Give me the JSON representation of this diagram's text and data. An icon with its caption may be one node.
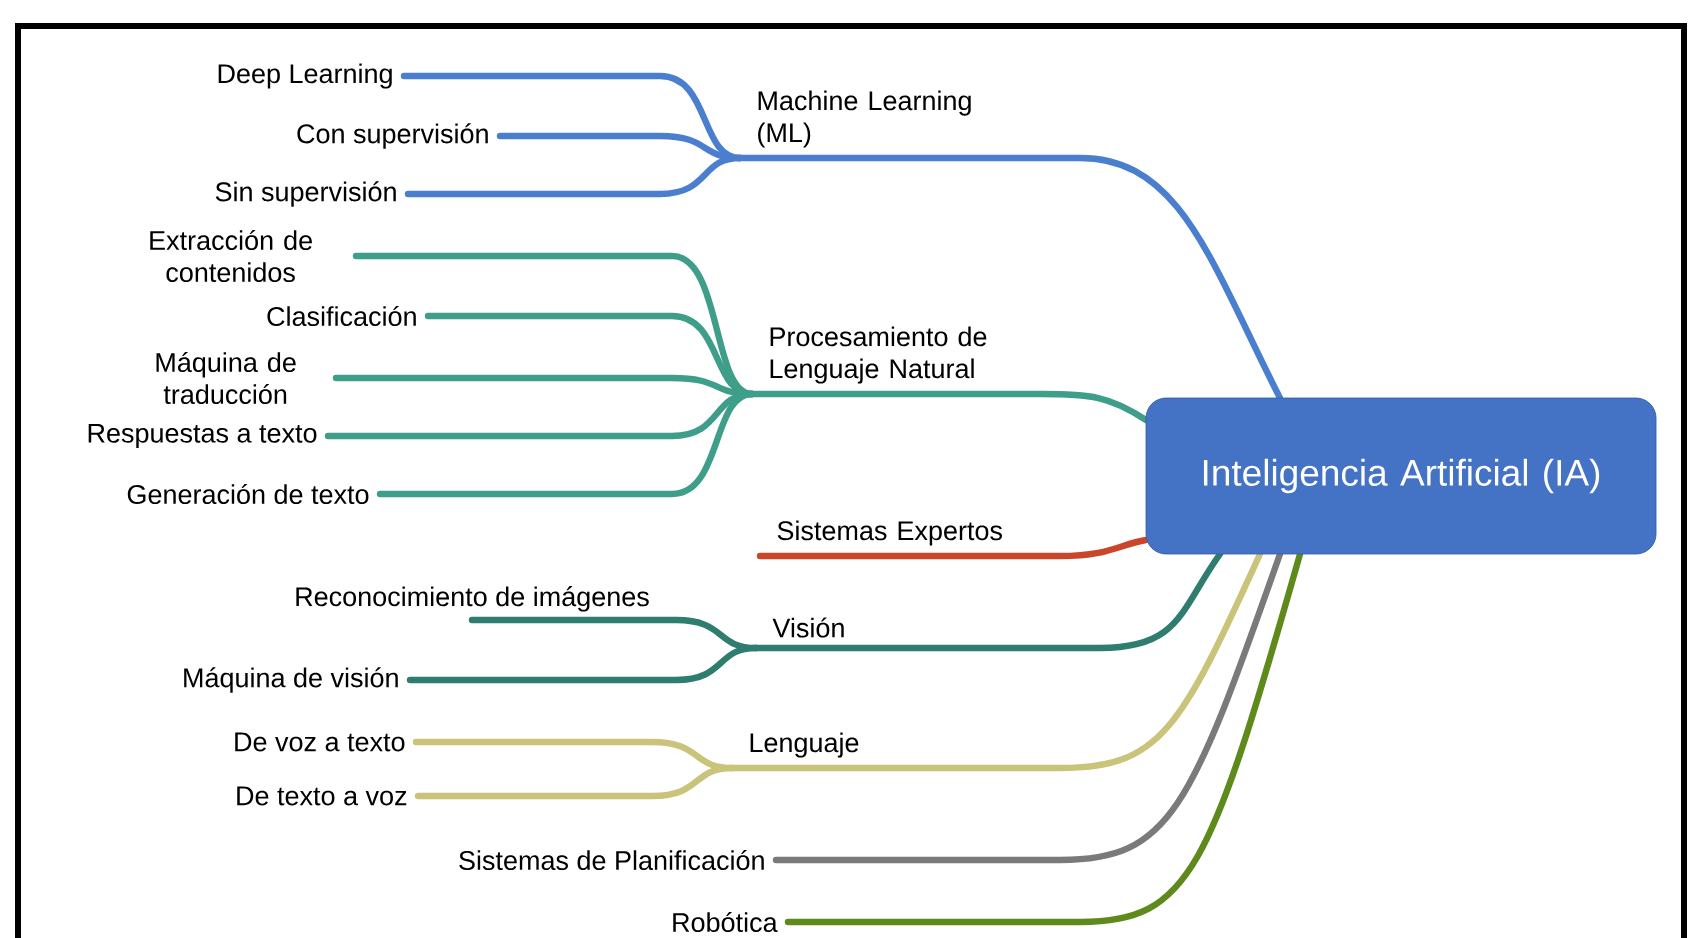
{
  "diagram": {
    "nodes": [
      {
        "text": [
          "Inteligencia Artificial (IA)"
        ]
      },
      {
        "text": [
          "Machine Learning (ML)"
        ]
      },
      {
        "text": [
          "Deep Learning"
        ]
      },
      {
        "text": [
          "Con supervisión"
        ]
      },
      {
        "text": [
          "Sin supervisión"
        ]
      },
      {
        "text": [
          "Procesamiento de Lenguaje Natural"
        ]
      },
      {
        "text": [
          "Extracción de contenidos"
        ]
      },
      {
        "text": [
          "Clasificación"
        ]
      },
      {
        "text": [
          "Máquina de traducción"
        ]
      },
      {
        "text": [
          "Respuestas a texto"
        ]
      },
      {
        "text": [
          "Generación de texto"
        ]
      },
      {
        "text": [
          "Sistemas Expertos"
        ]
      },
      {
        "text": [
          "Visión"
        ]
      },
      {
        "text": [
          "Reconocimiento de imágenes"
        ]
      },
      {
        "text": [
          "Máquina de visión"
        ]
      },
      {
        "text": [
          "Lenguaje"
        ]
      },
      {
        "text": [
          "De voz a texto"
        ]
      },
      {
        "text": [
          "De texto a voz"
        ]
      },
      {
        "text": [
          "Sistemas de Planificación"
        ]
      },
      {
        "text": [
          "Robótica"
        ]
      }
    ],
    "edges": [
      {
        "from": 2,
        "to": 1,
        "arrow": "none",
        "color": "#4a7fcf"
      },
      {
        "from": 3,
        "to": 1,
        "arrow": "none",
        "color": "#4a7fcf"
      },
      {
        "from": 4,
        "to": 1,
        "arrow": "none",
        "color": "#4a7fcf"
      },
      {
        "from": 0,
        "to": 1,
        "arrow": "none",
        "color": "#4a7fcf"
      },
      {
        "from": 6,
        "to": 5,
        "arrow": "none"
      },
      {
        "from": 7,
        "to": 5,
        "arrow": "none"
      },
      {
        "from": 8,
        "to": 5,
        "arrow": "none"
      },
      {
        "from": 9,
        "to": 5,
        "arrow": "none"
      },
      {
        "from": 10,
        "to": 5,
        "arrow": "none"
      },
      {
        "from": 0,
        "to": 5,
        "arrow": "none"
      },
      {
        "from": 0,
        "to": 11,
        "arrow": "none",
        "color": "#c9462b"
      },
      {
        "from": 13,
        "to": 12,
        "arrow": "none",
        "color": "#2f7d6f"
      },
      {
        "from": 14,
        "to": 12,
        "arrow": "none",
        "color": "#2f7d6f"
      },
      {
        "from": 0,
        "to": 12,
        "arrow": "none",
        "color": "#2f7d6f"
      },
      {
        "from": 16,
        "to": 15,
        "arrow": "none",
        "color": "#c9c47a"
      },
      {
        "from": 17,
        "to": 15,
        "arrow": "none",
        "color": "#c9c47a"
      },
      {
        "from": 0,
        "to": 15,
        "arrow": "none",
        "color": "#c9c47a"
      },
      {
        "from": 0,
        "to": 18,
        "arrow": "none",
        "color": "#7a7a7a"
      },
      {
        "from": 0,
        "to": 19,
        "arrow": "none",
        "color": "#5e8a1c"
      }
    ]
  }
}
